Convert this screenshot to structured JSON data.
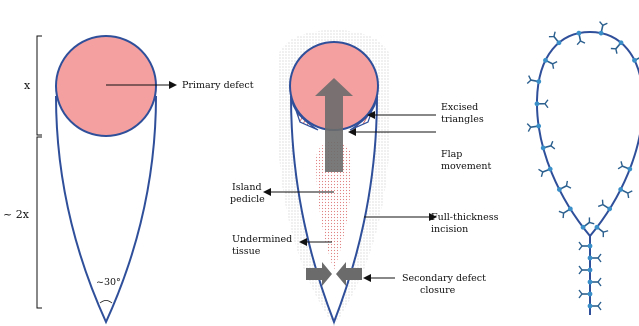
{
  "panel_left": {
    "dimension_x": "x",
    "dimension_2x": "~ 2x",
    "angle": "~30°",
    "primary_defect": "Primary defect"
  },
  "panel_middle": {
    "excised_triangles": [
      "Excised",
      "triangles"
    ],
    "flap_movement": [
      "Flap",
      "movement"
    ],
    "island_pedicle": [
      "Island",
      "pedicle"
    ],
    "full_thickness_incision": [
      "Full-thickness",
      "incision"
    ],
    "undermined_tissue": [
      "Undermined",
      "tissue"
    ],
    "secondary_defect_closure": [
      "Secondary defect",
      "closure"
    ]
  },
  "colors": {
    "outline": "#2f4f9a",
    "defect_fill": "#f4a0a0",
    "arrow": "#6b6b6b",
    "stitch": "#3a8fc8",
    "stitch_dark": "#2b5f8e",
    "triangle_hatch": "#d04848"
  }
}
